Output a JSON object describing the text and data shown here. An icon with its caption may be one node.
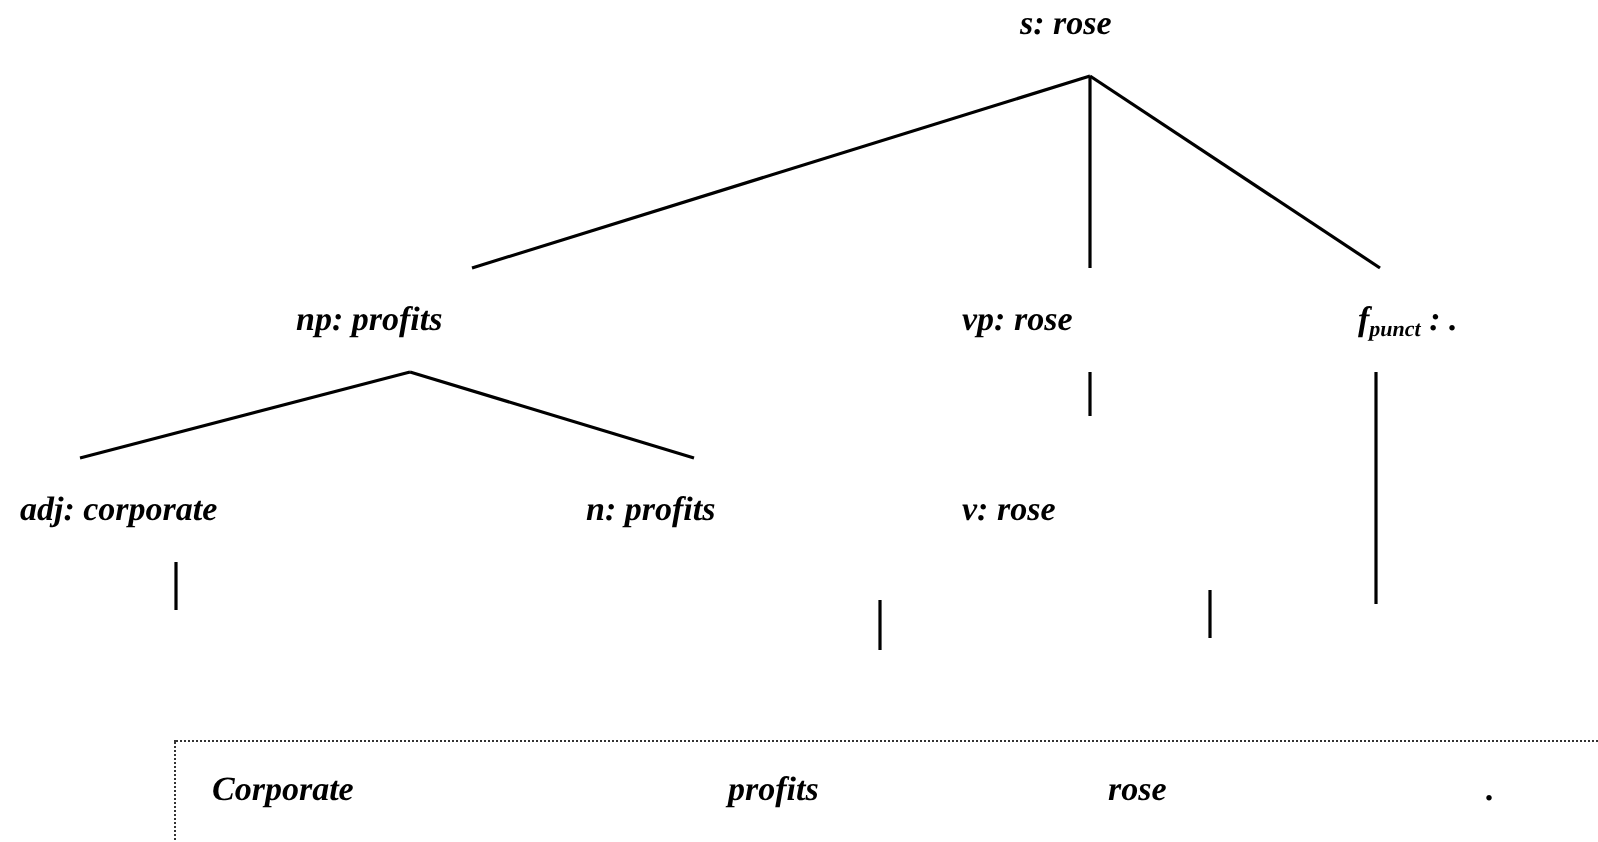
{
  "diagram": {
    "nodes": [
      {
        "text": [
          "s: rose"
        ]
      },
      {
        "text": [
          "np: profits"
        ]
      },
      {
        "text": [
          "vp: rose"
        ]
      },
      {
        "text": [
          "f$_{punct}$ : ."
        ]
      },
      {
        "text": [
          "adj: corporate"
        ]
      },
      {
        "text": [
          "n: profits"
        ]
      },
      {
        "text": [
          "v: rose"
        ]
      },
      {
        "text": [],
        "shape": "box"
      },
      {
        "text": [
          "Corporate"
        ],
        "in": 7
      },
      {
        "text": [
          "profits"
        ],
        "in": 7
      },
      {
        "text": [
          "rose"
        ],
        "in": 7
      },
      {
        "text": [
          "."
        ],
        "in": 7
      }
    ],
    "edges": [
      {
        "from": 0,
        "to": 1,
        "arrow": "none"
      },
      {
        "from": 0,
        "to": 2,
        "arrow": "none"
      },
      {
        "from": 0,
        "to": 3,
        "arrow": "none"
      },
      {
        "from": 1,
        "to": 4,
        "arrow": "none"
      },
      {
        "from": 1,
        "to": 5,
        "arrow": "none"
      },
      {
        "from": 2,
        "to": null,
        "arrow": "none"
      },
      {
        "from": 4,
        "to": null,
        "arrow": "none"
      },
      {
        "from": 3,
        "to": null,
        "arrow": "none"
      }
    ]
  }
}
